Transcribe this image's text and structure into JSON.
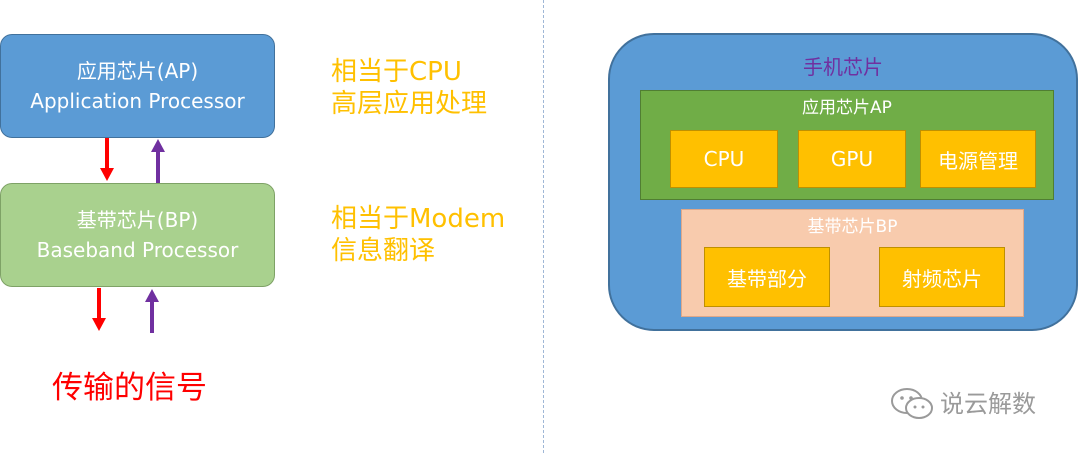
{
  "left": {
    "ap_box": {
      "line1": "应用芯片(AP)",
      "line2": "Application Processor"
    },
    "bp_box": {
      "line1": "基带芯片(BP)",
      "line2": "Baseband Processor"
    },
    "ap_note": {
      "line1": "相当于CPU",
      "line2": "高层应用处理"
    },
    "bp_note": {
      "line1": "相当于Modem",
      "line2": "信息翻译"
    },
    "signal_label": "传输的信号"
  },
  "right": {
    "title": "手机芯片",
    "ap": {
      "title": "应用芯片AP",
      "blocks": [
        "CPU",
        "GPU",
        "电源管理"
      ]
    },
    "bp": {
      "title": "基带芯片BP",
      "blocks": [
        "基带部分",
        "射频芯片"
      ]
    }
  },
  "watermark": "说云解数",
  "colors": {
    "arrow_down": "#ff0000",
    "arrow_up": "#7030a0",
    "note": "#ffc000",
    "ap_blue": "#5b9bd5",
    "bp_green": "#a9d18e",
    "inner_ap_green": "#70ad47",
    "inner_bp_peach": "#f8cbad",
    "block_yellow": "#ffc000"
  },
  "icons": {
    "watermark": "wechat-icon",
    "arrow_down": "arrow-down-icon",
    "arrow_up": "arrow-up-icon"
  }
}
